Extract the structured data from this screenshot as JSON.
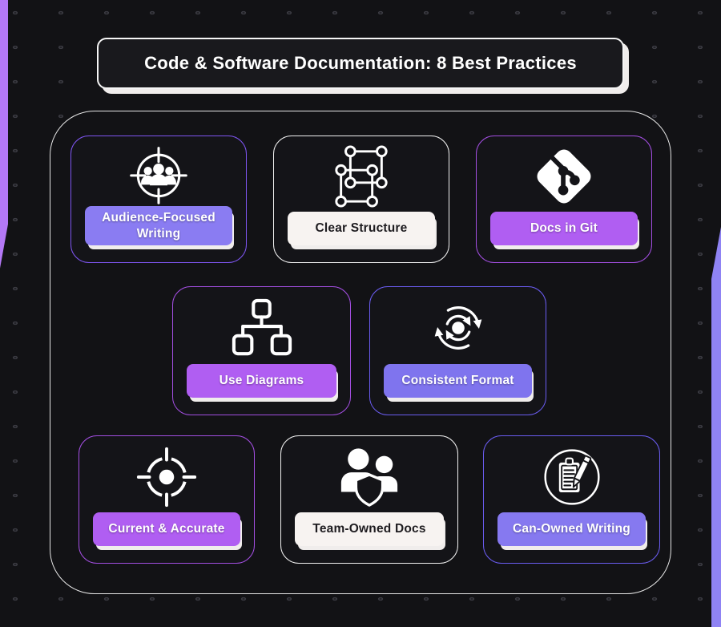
{
  "title": "Code & Software Documentation: 8 Best Practices",
  "theme": {
    "page_bg": "#121215",
    "card_bg": "#141418",
    "dot_color": "#3a3a41",
    "left_strip_color": "#b478f6",
    "right_strip_color": "#8f83f4",
    "panel_border_color": "#e6e6e6",
    "title_box_bg": "#19191d",
    "title_border_color": "#f5f5f5",
    "title_text_color": "#ffffff",
    "shadow_color": "#f0edec"
  },
  "cards": [
    {
      "label": "Audience-Focused Writing",
      "icon": "audience-target-icon",
      "border_color": "#7e55f0",
      "button_bg": "#8a7cf2",
      "button_text_color": "#ffffff"
    },
    {
      "label": "Clear Structure",
      "icon": "node-structure-icon",
      "border_color": "#f0f0f0",
      "button_bg": "#f7f3f1",
      "button_text_color": "#1e1c20"
    },
    {
      "label": "Docs in Git",
      "icon": "git-branch-icon",
      "border_color": "#a24ee0",
      "button_bg": "#b05ef2",
      "button_text_color": "#ffffff"
    },
    {
      "label": "Use Diagrams",
      "icon": "hierarchy-diagram-icon",
      "border_color": "#a24ee0",
      "button_bg": "#b05ef2",
      "button_text_color": "#ffffff"
    },
    {
      "label": "Consistent Format",
      "icon": "sync-cycle-icon",
      "border_color": "#6a5cf0",
      "button_bg": "#7f74ee",
      "button_text_color": "#ffffff"
    },
    {
      "label": "Current & Accurate",
      "icon": "target-crosshair-icon",
      "border_color": "#a24ee0",
      "button_bg": "#b05ef2",
      "button_text_color": "#ffffff"
    },
    {
      "label": "Team-Owned Docs",
      "icon": "team-shield-icon",
      "border_color": "#f0f0f0",
      "button_bg": "#f7f3f1",
      "button_text_color": "#1e1c20"
    },
    {
      "label": "Can-Owned Writing",
      "icon": "clipboard-pencil-icon",
      "border_color": "#6a5cf0",
      "button_bg": "#8679f0",
      "button_text_color": "#ffffff"
    }
  ]
}
